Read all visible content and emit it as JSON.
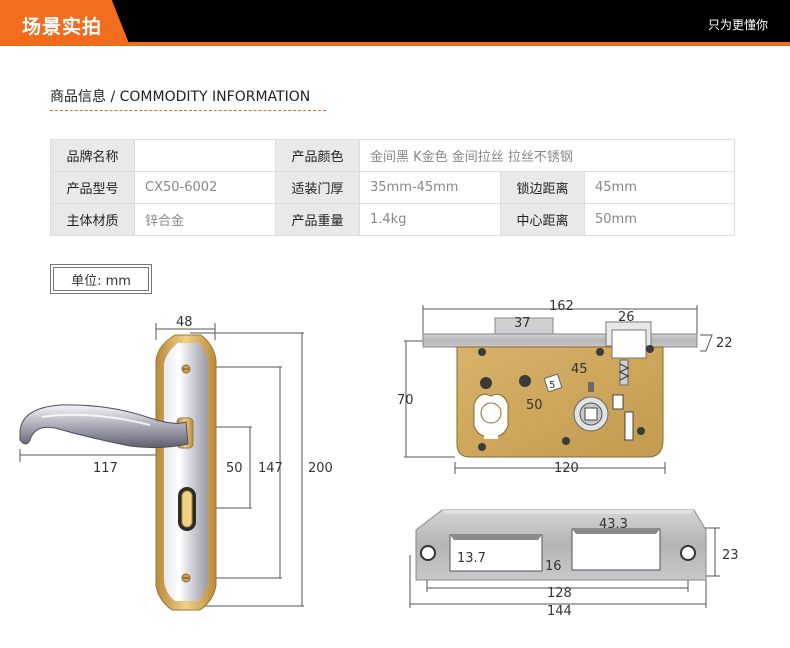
{
  "header": {
    "title": "场景实拍",
    "slogan": "只为更懂你"
  },
  "section": {
    "title": "商品信息 / COMMODITY INFORMATION"
  },
  "spec_table": {
    "rows": [
      [
        {
          "label": "品牌名称",
          "value": ""
        },
        {
          "label": "产品颜色",
          "value": "金间黑  K金色  金间拉丝  拉丝不锈钢"
        }
      ],
      [
        {
          "label": "产品型号",
          "value": "CX50-6002"
        },
        {
          "label": "适装门厚",
          "value": "35mm-45mm"
        },
        {
          "label": "锁边距离",
          "value": "45mm"
        }
      ],
      [
        {
          "label": "主体材质",
          "value": "锌合金"
        },
        {
          "label": "产品重量",
          "value": "1.4kg"
        },
        {
          "label": "中心距离",
          "value": "50mm"
        }
      ]
    ]
  },
  "unit_label": "单位: mm",
  "handle_dims": {
    "width": "48",
    "lever": "117",
    "center": "50",
    "screws": "147",
    "height": "200"
  },
  "lock_dims": {
    "length": "162",
    "latch_offset": "37",
    "latch_width": "26",
    "faceplate": "22",
    "height": "70",
    "backset": "45",
    "center": "50",
    "body": "120",
    "marking": "5"
  },
  "strike_dims": {
    "height_inner": "13.7",
    "slot": "43.3",
    "gap": "16",
    "hole_spacing": "128",
    "length": "144",
    "height": "23"
  },
  "colors": {
    "accent": "#f26c1e",
    "gold": "#d9b062",
    "silver": "#c9c9cf"
  }
}
